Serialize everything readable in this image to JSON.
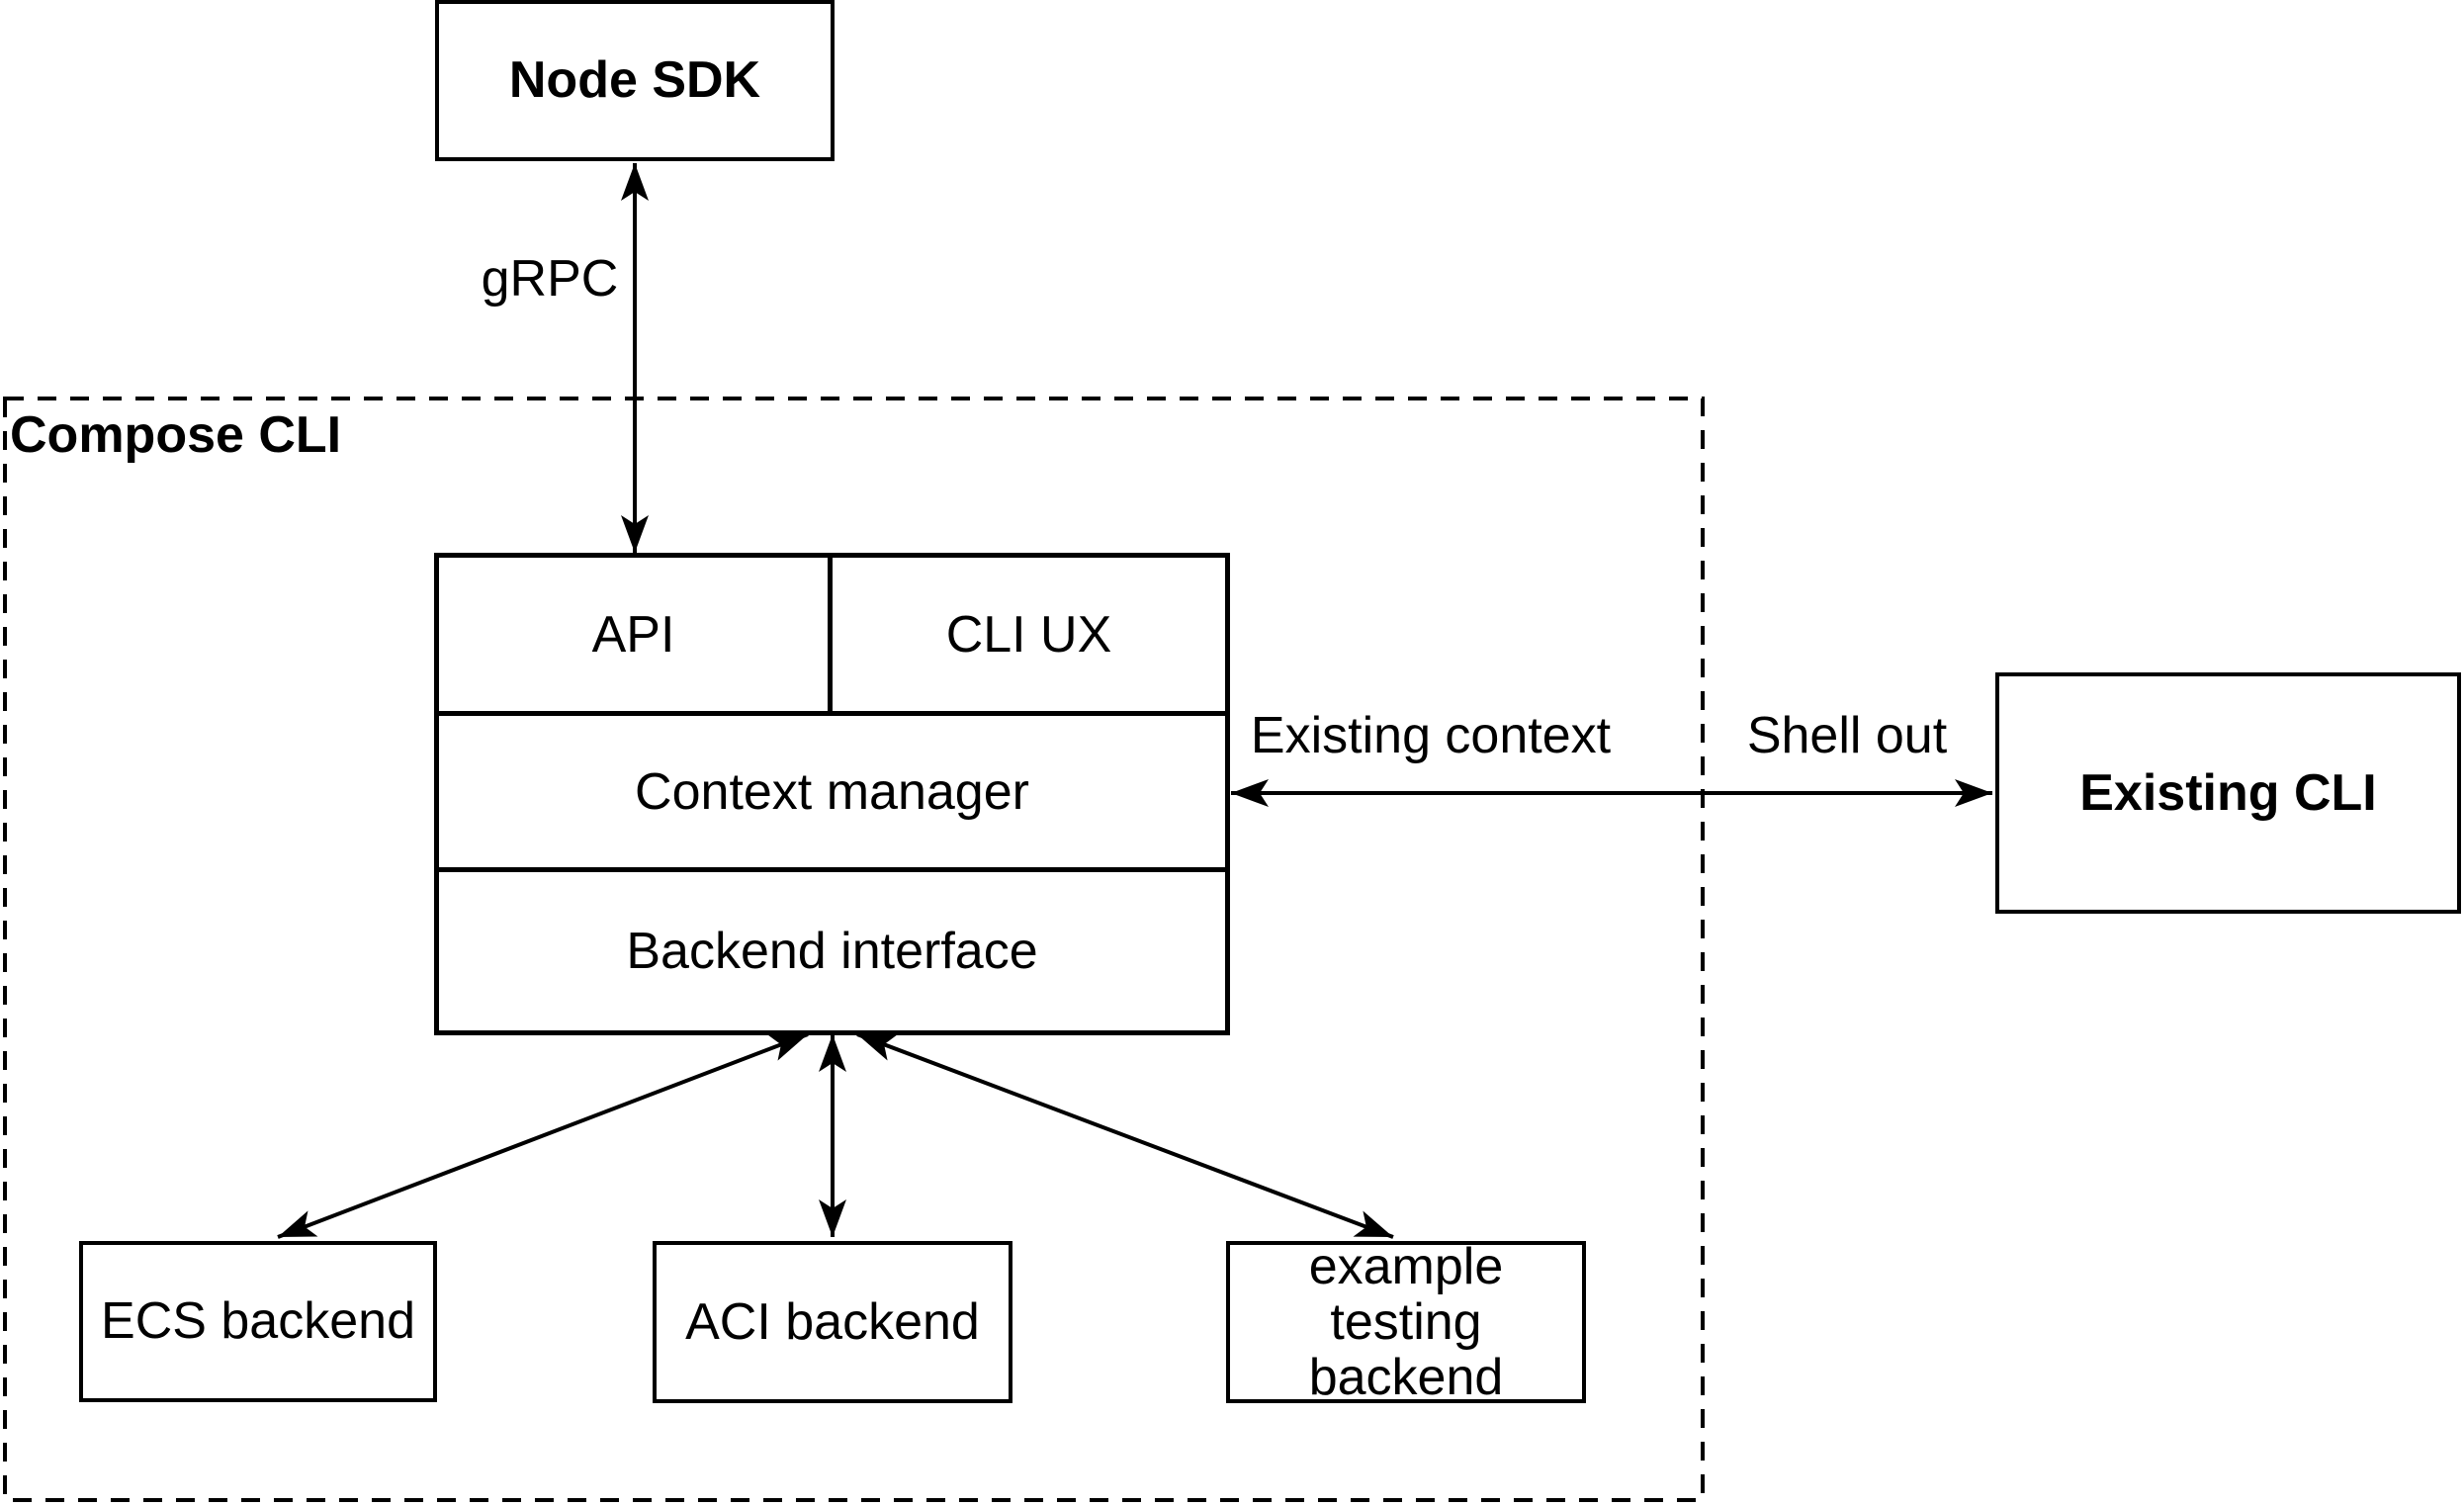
{
  "colors": {
    "stroke": "#000000",
    "background": "#ffffff",
    "text": "#000000"
  },
  "nodes": {
    "node_sdk": {
      "label": "Node SDK"
    },
    "compose_cli_container": {
      "label": "Compose CLI"
    },
    "api": {
      "label": "API"
    },
    "cli_ux": {
      "label": "CLI UX"
    },
    "context_manager": {
      "label": "Context manager"
    },
    "backend_interface": {
      "label": "Backend interface"
    },
    "existing_cli": {
      "label": "Existing CLI"
    },
    "ecs_backend": {
      "label": "ECS backend"
    },
    "aci_backend": {
      "label": "ACI backend"
    },
    "example_testing_backend": {
      "line1": "example testing",
      "line2": "backend"
    }
  },
  "edges": {
    "grpc": {
      "label": "gRPC",
      "from": "Node SDK",
      "to": "API",
      "bidirectional": true
    },
    "existing_context": {
      "label": "Existing context"
    },
    "shell_out": {
      "label": "Shell out"
    },
    "context_to_existing_cli": {
      "from": "Context manager",
      "to": "Existing CLI",
      "bidirectional": true
    },
    "backend_to_ecs": {
      "from": "Backend interface",
      "to": "ECS backend",
      "bidirectional": true
    },
    "backend_to_aci": {
      "from": "Backend interface",
      "to": "ACI backend",
      "bidirectional": true
    },
    "backend_to_example_testing": {
      "from": "Backend interface",
      "to": "example testing backend",
      "bidirectional": true
    }
  }
}
